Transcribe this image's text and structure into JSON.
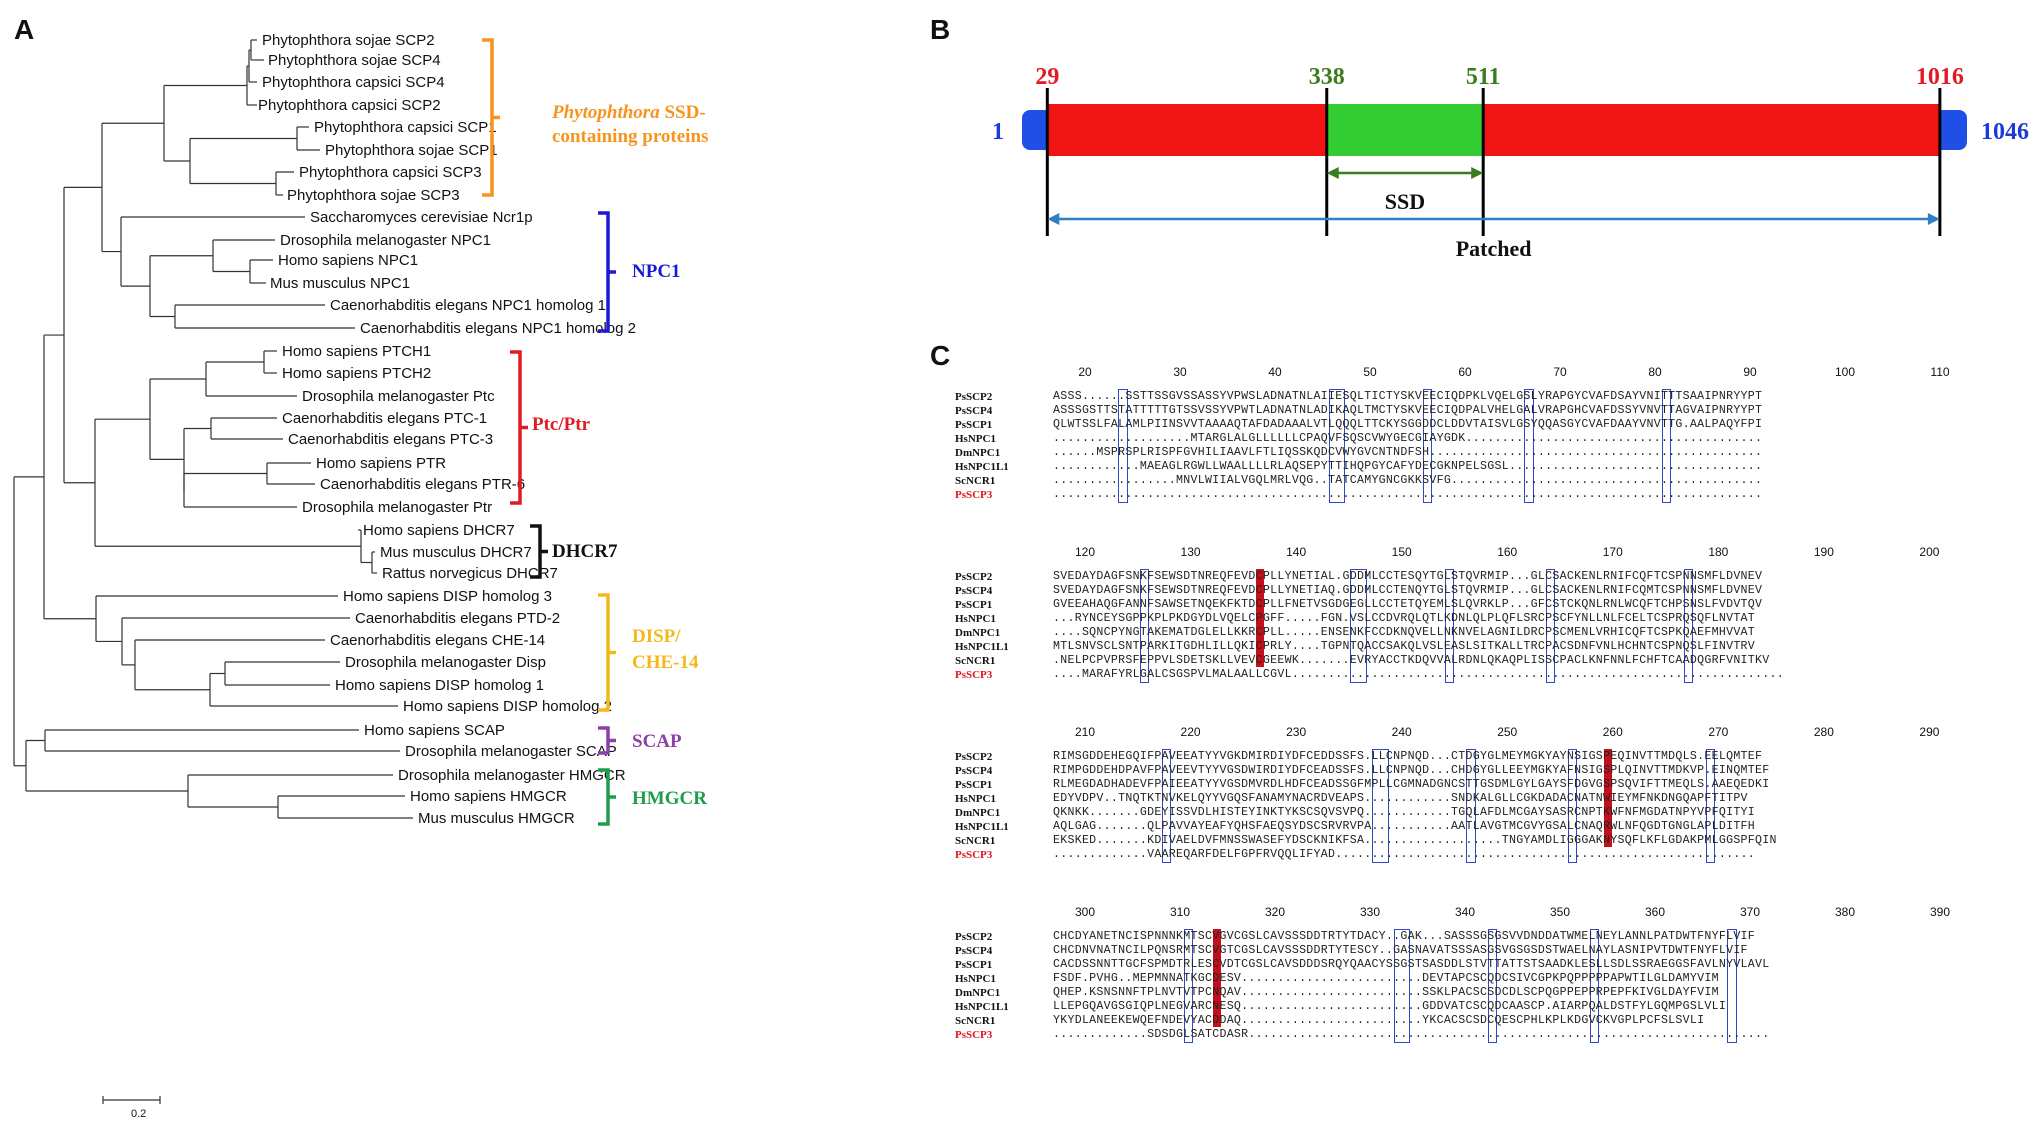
{
  "panels": {
    "a": "A",
    "b": "B",
    "c": "C"
  },
  "tree": {
    "leaves": [
      "Phytophthora sojae SCP2",
      "Phytophthora sojae SCP4",
      "Phytophthora capsici SCP4",
      "Phytophthora capsici SCP2",
      "Phytophthora capsici SCP1",
      "Phytophthora sojae SCP1",
      "Phytophthora capsici SCP3",
      "Phytophthora sojae SCP3",
      "Saccharomyces cerevisiae Ncr1p",
      "Drosophila melanogaster NPC1",
      "Homo sapiens NPC1",
      "Mus musculus NPC1",
      "Caenorhabditis elegans NPC1 homolog 1",
      "Caenorhabditis elegans NPC1 homolog 2",
      "Homo sapiens PTCH1",
      "Homo sapiens PTCH2",
      "Drosophila melanogaster Ptc",
      "Caenorhabditis elegans PTC-1",
      "Caenorhabditis elegans PTC-3",
      "Homo sapiens PTR",
      "Caenorhabditis elegans PTR-6",
      "Drosophila melanogaster Ptr",
      "Homo sapiens DHCR7",
      "Mus musculus DHCR7",
      "Rattus norvegicus DHCR7",
      "Homo sapiens DISP homolog 3",
      "Caenorhabditis elegans PTD-2",
      "Caenorhabditis elegans CHE-14",
      "Drosophila melanogaster Disp",
      "Homo sapiens DISP homolog 1",
      "Homo sapiens DISP homolog 2",
      "Homo sapiens SCAP",
      "Drosophila melanogaster SCAP",
      "Drosophila melanogaster HMGCR",
      "Homo sapiens HMGCR",
      "Mus musculus HMGCR"
    ],
    "clades": [
      {
        "lines": [
          {
            "text": "Phytophthora",
            "italic": true
          },
          {
            "text": " SSD-",
            "italic": false
          }
        ],
        "line2": "containing proteins",
        "color": "#f7941d"
      },
      {
        "label": "NPC1",
        "color": "#1a1ad6"
      },
      {
        "label": "Ptc/Ptr",
        "color": "#e01b24"
      },
      {
        "label": "DHCR7",
        "color": "#111111"
      },
      {
        "label": "DISP/",
        "line2": "CHE-14",
        "color": "#f5b81c"
      },
      {
        "label": "SCAP",
        "color": "#8e3fa8"
      },
      {
        "label": "HMGCR",
        "color": "#1e9e4a"
      }
    ],
    "scale_label": "0.2"
  },
  "domain": {
    "start": "1",
    "end": "1046",
    "patched_start": "29",
    "ssd_start": "338",
    "ssd_end": "511",
    "patched_end": "1016",
    "ssd_label": "SSD",
    "patched_label": "Patched",
    "colors": {
      "terminal": "#1f4fe6",
      "patched": "#f01414",
      "ssd": "#33cc33",
      "red_num": "#e01b24",
      "green_num": "#3b7d1e",
      "blue_num": "#1a3bd6",
      "arrow_green": "#3b7d1e",
      "arrow_blue": "#2f7fc1"
    }
  },
  "alignment": {
    "colors": {
      "box": "#3048c8",
      "conserved": "#c5101c"
    },
    "names": [
      "PsSCP2",
      "PsSCP4",
      "PsSCP1",
      "HsNPC1",
      "DmNPC1",
      "HsNPC1L1",
      "ScNCR1",
      "PsSCP3"
    ],
    "highlight_name": "PsSCP3",
    "blocks": [
      {
        "ruler": [
          "20",
          "30",
          "40",
          "50",
          "60",
          "70",
          "80",
          "90",
          "100",
          "110"
        ],
        "rows": [
          "ASSS......SSTTSSGVSSASSYVPWSLADNATNLAIIESQLTICTYSKVEECIQDPKLVQELGSLYRAPGYCVAFDSAYVNITTTSAAIPNRYYPT",
          "ASSSGSTTSTATTTTTGTSSVSSYVPWTLADNATNLADIKAQLTMCTYSKVEECIQDPALVHELGALVRAPGHCVAFDSSYVNVTTAGVAIPNRYYPT",
          "QLWTSSLFALAMLPIINSVVTAAAAQTAFDADAAALVTLQQQLTTCKYSGGDDCLDDVTAISVLGSYQQASGYCVAFDAAYVNVTTG.AALPAQYFPI",
          "...................MTARGLALGLLLLLLCPAQVFSQSCVWYGECGIAYGDK.........................................",
          "......MSPRSPLRISPFGVHILIAAVLFTLIQSSKQDCVWYGVCNTNDFSH..............................................",
          "............MAEAGLRGWLLWAALLLLRLAQSEPYTTIHQPGYCAFYDECGKNPELSGSL...................................",
          ".................MNVLWIIALVGQLMRLVQG..TATCAMYGNCGKKSVFG...........................................",
          ".................................................................................................."
        ]
      },
      {
        "ruler": [
          "120",
          "130",
          "140",
          "150",
          "160",
          "170",
          "180",
          "190",
          "200"
        ],
        "rows": [
          "SVEDAYDAGFSNKFSEWSDTNREQFEVDCPLLYNETIAL.GDDMLCCTESQYTGLSTQVRMIP...GLCSACKENLRNIFCQFTCSPNNSMFLDVNEV",
          "SVEDAYDAGFSNKFSEWSDTNREQFEVDCPLLYNETIAQ.GDDMLCCTENQYTGLSTQVRMIP...GLCSACKENLRNIFCQMTCSPNNSMFLDVNEV",
          "GVEEAHAQGFANNFSAWSETNQEKFKTDCPLLFNETVSGDGEGLLCCTETQYEMLSLQVRKLP...GFCSTCKQNLRNLWCQFTCHPSNSLFVDVTQV",
          "...RYNCEYSGPPKPLPKDGYDLVQELCPGFF.....FGN.VSLCCDVRQLQTLKDNLQLPLQFLSRCPSCFYNLLNLFCELTCSPRQSQFLNVTAT",
          "....SQNCPYNGTAKEMATDGLELLKKRCPLL.....ENSENKFCCDKNQVELLNKNVELAGNILDRCPSCMENLVRHICQFTCSPKQAEFMHVVAT",
          "MTLSNVSCLSNTPARKITGDHLILLQKICPRLY....TGPNTQACCSAKQLVSLEASLSITKALLTRCPACSDNFVNLHCHNTCSPNQSLFINVTRV",
          ".NELPCPVPRSFEPPVLSDETSKLLVEVCGEEWK.......EVRYACCTKDQVVALRDNLQKAQPLISSCPACLKNFNNLFCHFTCAADQGRFVNITKV",
          "....MARAFYRLGALCSGSPVLMALAALLCGVL...................................................................."
        ]
      },
      {
        "ruler": [
          "210",
          "220",
          "230",
          "240",
          "250",
          "260",
          "270",
          "280",
          "290"
        ],
        "rows": [
          "RIMSGDDEHEGQIFPAVEEATYYVGKDMIRDIYDFCEDDSSFS.LLCNPNQD...CTDGYGLMEYMGKYAYNSIGSPEQINVTTMDQLS.EELQMTEF",
          "RIMPGDDEHDPAVFPAVEEVTYYVGSDWIRDIYDFCEADSSFS.LLCNPNQD...CHDGYGLLEEYMGKYAFNSIGSPLQINVTTMDKVP.EINQMTEF",
          "RLMEGDADHADEVFPAIEEATYYVGSDMVRDLHDFCEADSSGFMPLLCGMNADGNCSTTGSDMLGYLGAYSFDGVGSPSQVIFTTMEQLS.AAEQEDKI",
          "EDYVDPV..TNQTKTNVKELQYYVGQSFANAMYNACRDVEAPS............SNDKALGLLCGKDADACNATNWIEYMFNKDNGQAPFTITPV",
          "QKNKK.......GDEYISSVDLHISTEYINKTYKSCSQVSVPQ............TGQLAFDLMCGAYSASRCNPTKWFNFMGDATNPYVPFQITYI",
          "AQLGAG.......QLPAVVAYEAFYQHSFAEQSYDSCSRVRVPA...........AATLAVGTMCGVYGSALCNAQRWLNFQGDTGNGLAPLDITFH",
          "EKSKED.......KDIVAELDVFMNSSWASEFYDSCKNIKFSA...................TNGYAMDLIGGGAKNYSQFLKFLGDAKPMLGGSPFQIN",
          ".............VAAREQARFDELFGPFRVQQLIFYAD.........................................................."
        ]
      },
      {
        "ruler": [
          "300",
          "310",
          "320",
          "330",
          "340",
          "350",
          "360",
          "370",
          "380",
          "390"
        ],
        "rows": [
          "CHCDYANETNCISPNNNKMTSCVGVCGSLCAVSSSDDTRTYTDACY..GAK...SASSSGSGSVVDNDDATWMELNEYLANNLPATDWTFNYFLVIF",
          "CHCDNVNATNCILPQNSRMTSCVGTCGSLCAVSSSDDRTYTESCY..GASNAVATSSSASGSVGSGSDSTWAELNAYLASNIPVTDWTFNYFLVIF",
          "CACDSSNNTTGCFSPMDTRLESCVDTCGSLCAVSDDDSRQYQAACYSSGSTSASDDLSTVTTATTSTSAADKLESLLSDLSSRAEGGSFAVLNYVLAVL",
          "FSDF.PVHG..MEPMNNATKGCDESV.........................DEVTAPCSCQDCSIVCGPKPQPPPPPAPWTILGLDAMYVIM",
          "QHEP.KSNSNNFTPLNVTVTPCNQAV.........................SSKLPACSCSDCDLSCPQGPPEPPRPEPFKIVGLDAYFVIM",
          "LLEPGQAVGSGIQPLNEGVARCNESQ.........................GDDVATCSCQDCAASCP.AIARPQALDSTFYLGQMPGSLVLI",
          "YKYDLANEEKEWQEFNDEVYACDDAQ.........................YKCACSCSDCQESCPHLKPLKDGVCKVGPLPCFSLSVLI",
          ".............SDSDGLSATCDASR........................................................................"
        ]
      }
    ]
  }
}
